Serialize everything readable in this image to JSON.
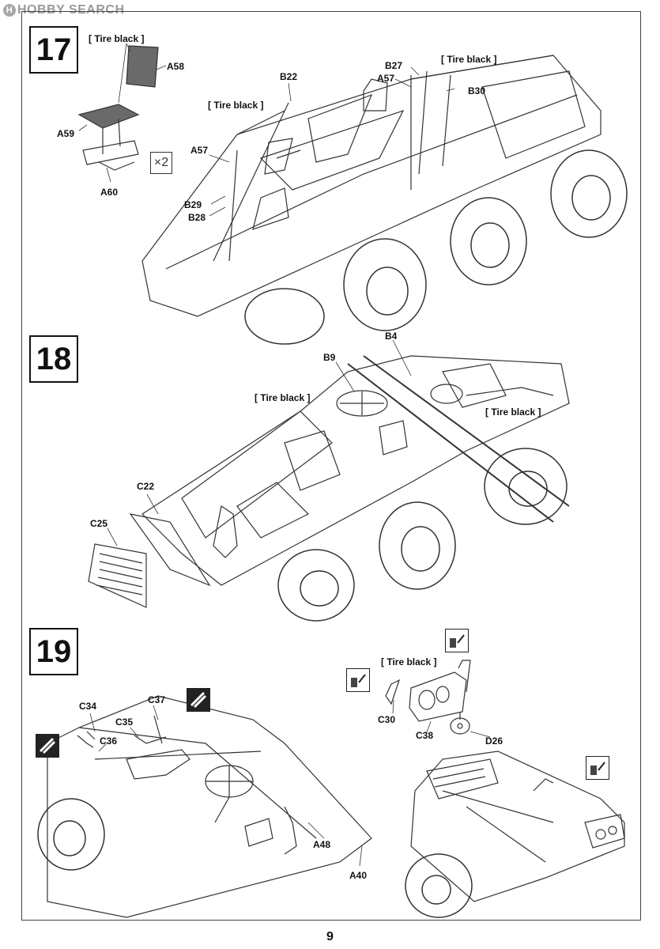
{
  "watermark": {
    "logo_letter": "H",
    "text": "HOBBY SEARCH"
  },
  "page_number": "9",
  "steps": [
    {
      "number": "17",
      "multiplier": "×2",
      "notes": [
        "[ Tire black ]",
        "[ Tire black ]",
        "[ Tire black ]"
      ],
      "parts": [
        "A58",
        "A59",
        "A60",
        "B22",
        "A57",
        "B29",
        "B28",
        "B27",
        "A57",
        "B30"
      ]
    },
    {
      "number": "18",
      "notes": [
        "[ Tire black ]",
        "[ Tire black ]"
      ],
      "parts": [
        "B4",
        "B9",
        "C22",
        "C25"
      ]
    },
    {
      "number": "19",
      "notes": [
        "[ Tire black ]"
      ],
      "parts": [
        "C34",
        "C37",
        "C35",
        "C36",
        "A48",
        "A40",
        "C30",
        "C38",
        "D26"
      ]
    }
  ],
  "icons": [
    "remove-part-icon",
    "remove-part-icon",
    "cement-icon",
    "cement-icon",
    "cement-icon",
    "cement-icon"
  ]
}
